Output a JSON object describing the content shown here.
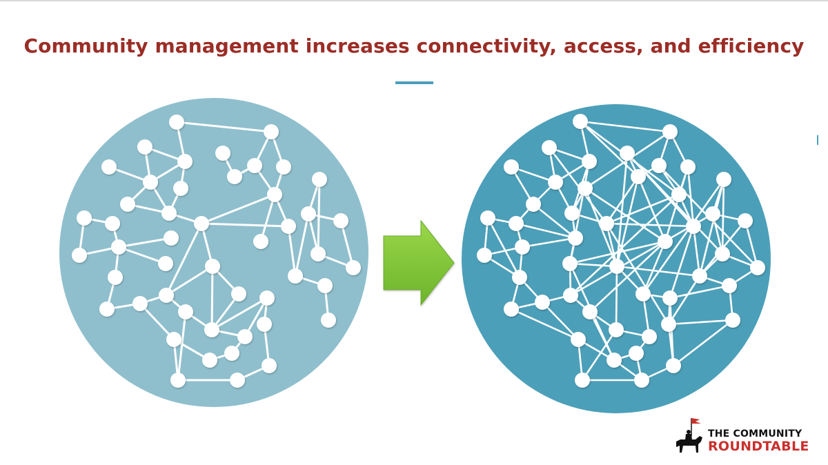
{
  "slide": {
    "title": "Community management increases connectivity, access, and efficiency"
  },
  "colors": {
    "title": "#9b2d26",
    "before_circle": "#8fbfcd",
    "after_circle": "#4c9fb9",
    "arrow_green": "#7fc33a",
    "accent": "#4a9fbf"
  },
  "logo": {
    "line1": "THE COMMUNITY",
    "line2": "ROUNDTABLE",
    "icon": "knight-on-horse-icon"
  }
}
